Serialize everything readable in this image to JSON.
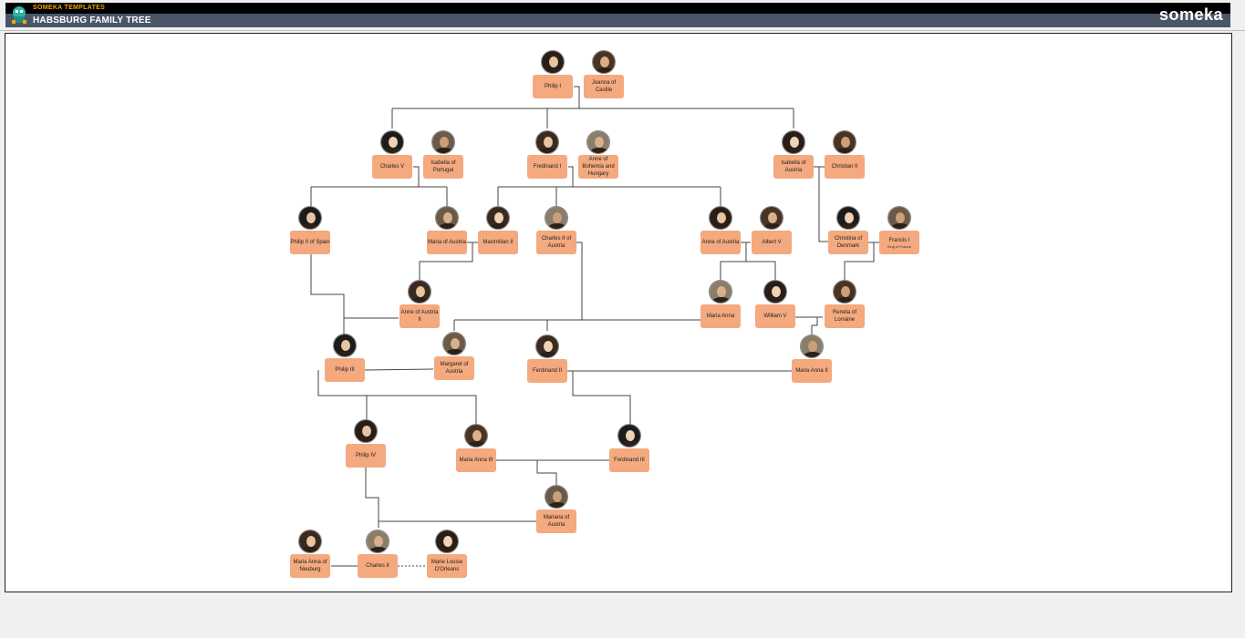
{
  "header": {
    "brand_small": "SOMEKA TEMPLATES",
    "title": "HABSBURG FAMILY TREE",
    "logo": "someka",
    "accent_color": "#f0a500",
    "bar_color": "#4a5568"
  },
  "tree": {
    "node_color": "#f4a97f",
    "people": [
      {
        "id": "philip1",
        "name": "Philip I"
      },
      {
        "id": "joanna",
        "name": "Joanna of Castile"
      },
      {
        "id": "charles5",
        "name": "Charles V"
      },
      {
        "id": "isabella_portugal",
        "name": "Isabella of Portugal"
      },
      {
        "id": "ferdinand1",
        "name": "Fredinand I"
      },
      {
        "id": "anne_bohemia",
        "name": "Anne of Bohemia and Hungary"
      },
      {
        "id": "isabella_austria",
        "name": "Isabella of Austria"
      },
      {
        "id": "christian2",
        "name": "Christian II"
      },
      {
        "id": "philip2",
        "name": "Philip II of Spain"
      },
      {
        "id": "maria_austria",
        "name": "Maria of Austria"
      },
      {
        "id": "maximilian2",
        "name": "Maximilian II"
      },
      {
        "id": "charles2_austria",
        "name": "Charles II of Austria"
      },
      {
        "id": "anne_austria",
        "name": "Anne of Austria"
      },
      {
        "id": "albert5",
        "name": "Albert V"
      },
      {
        "id": "christina_denmark",
        "name": "Christina of Denmark"
      },
      {
        "id": "francis1",
        "name": "Francis I",
        "sub": "King of France"
      },
      {
        "id": "anne_austria2",
        "name": "Anne of Austria II"
      },
      {
        "id": "maria_anna",
        "name": "Maria Anna"
      },
      {
        "id": "william5",
        "name": "William V"
      },
      {
        "id": "reneta",
        "name": "Reneta of Lorraine"
      },
      {
        "id": "philip3",
        "name": "Philip III"
      },
      {
        "id": "margaret",
        "name": "Margaret of Austria"
      },
      {
        "id": "ferdinand2",
        "name": "Ferdinand II"
      },
      {
        "id": "maria_anna2",
        "name": "Maria Anna II"
      },
      {
        "id": "philip4",
        "name": "Philip IV"
      },
      {
        "id": "maria_anna3",
        "name": "Maria Anna III"
      },
      {
        "id": "ferdinand3",
        "name": "Ferdinand III"
      },
      {
        "id": "mariana",
        "name": "Mariana of Austria"
      },
      {
        "id": "maria_neuburg",
        "name": "Maria Anna of Neuburg"
      },
      {
        "id": "charles2",
        "name": "Charles II"
      },
      {
        "id": "marie_louise",
        "name": "Marie Louise D'Orleans"
      }
    ]
  }
}
